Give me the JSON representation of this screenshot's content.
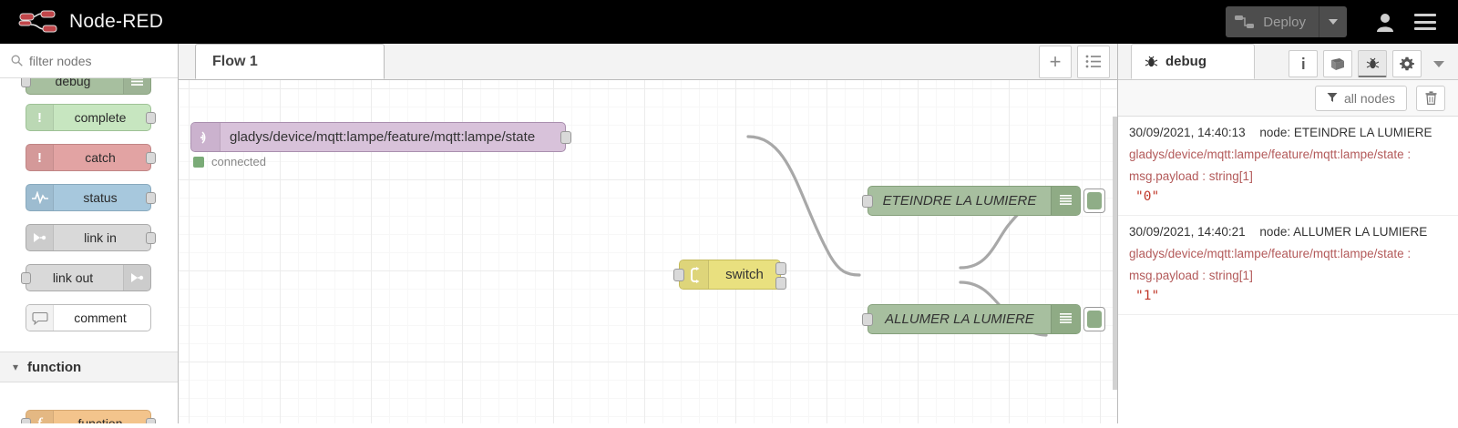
{
  "header": {
    "brand": "Node-RED",
    "logo_icon": "node-red-logo-icon",
    "deploy": {
      "label": "Deploy",
      "icon": "deploy-nodes-icon",
      "caret_icon": "chevron-down-icon"
    },
    "user_icon": "user-avatar-icon",
    "menu_icon": "hamburger-menu-icon"
  },
  "palette": {
    "search_placeholder": "filter nodes",
    "search_icon": "search-icon",
    "nodes": [
      {
        "label": "debug",
        "icon": "list-lines-icon",
        "bg": "#a7bf9f",
        "border": "#8aa37f",
        "text_color": "#2a2a2a",
        "partial": true,
        "ports": "in"
      },
      {
        "label": "complete",
        "icon": "exclamation-icon",
        "bg": "#c7e6c0",
        "border": "#9ec296",
        "text_color": "#2a2a2a",
        "partial": false,
        "ports": "out"
      },
      {
        "label": "catch",
        "icon": "exclamation-icon",
        "bg": "#e2a3a3",
        "border": "#c08585",
        "text_color": "#2a2a2a",
        "partial": false,
        "ports": "out"
      },
      {
        "label": "status",
        "icon": "pulse-wave-icon",
        "bg": "#a7c8dd",
        "border": "#88a9bd",
        "text_color": "#2a2a2a",
        "partial": false,
        "ports": "out"
      },
      {
        "label": "link in",
        "icon": "link-arrow-icon",
        "bg": "#d9d9d9",
        "border": "#aaaaaa",
        "text_color": "#2a2a2a",
        "partial": false,
        "ports": "out"
      },
      {
        "label": "link out",
        "icon": "link-arrow-icon",
        "bg": "#d9d9d9",
        "border": "#aaaaaa",
        "text_color": "#2a2a2a",
        "partial": false,
        "ports": "in-right-icon"
      },
      {
        "label": "comment",
        "icon": "speech-bubble-icon",
        "bg": "#ffffff",
        "border": "#bbbbbb",
        "text_color": "#2a2a2a",
        "partial": false,
        "ports": "none"
      }
    ],
    "category": {
      "label": "function",
      "chevron_icon": "chevron-down-icon"
    },
    "category_node": {
      "label": "function",
      "icon": "function-f-icon",
      "bg": "#f3c48c",
      "border": "#d6a871"
    }
  },
  "workspace": {
    "tab": {
      "label": "Flow 1"
    },
    "actions": {
      "add_icon": "plus-icon",
      "list_icon": "list-view-icon"
    },
    "flow_nodes": [
      {
        "id": "mqtt-in",
        "label": "gladys/device/mqtt:lampe/feature/mqtt:lampe/state",
        "type": "mqtt-in",
        "icon": "mqtt-signal-icon",
        "bg": "#d8c2da",
        "border": "#a98fae",
        "status": {
          "text": "connected",
          "color": "#7aab77"
        }
      },
      {
        "id": "switch",
        "label": "switch",
        "type": "switch",
        "icon": "switch-branch-icon",
        "bg": "#e9e07f",
        "border": "#c5bb5c"
      },
      {
        "id": "debug-off",
        "label": "ETEINDRE LA LUMIERE",
        "type": "debug",
        "icon": "debug-lines-icon",
        "bg": "#a7bf9f",
        "border": "#85a07b"
      },
      {
        "id": "debug-on",
        "label": "ALLUMER LA LUMIERE",
        "type": "debug",
        "icon": "debug-lines-icon",
        "bg": "#a7bf9f",
        "border": "#85a07b"
      }
    ]
  },
  "sidebar": {
    "tab": {
      "label": "debug",
      "icon": "bug-icon"
    },
    "tab_buttons": [
      {
        "name": "info",
        "icon": "info-i-icon",
        "active": false
      },
      {
        "name": "help",
        "icon": "book-icon",
        "active": false
      },
      {
        "name": "debug",
        "icon": "bug-icon",
        "active": true
      },
      {
        "name": "config",
        "icon": "gear-icon",
        "active": false
      }
    ],
    "more_icon": "chevron-down-icon",
    "toolbar": {
      "filter_label": "all nodes",
      "filter_icon": "funnel-icon",
      "clear_icon": "trash-icon"
    },
    "messages": [
      {
        "timestamp": "30/09/2021, 14:40:13",
        "node_label": "node: ETEINDRE LA LUMIERE",
        "topic": "gladys/device/mqtt:lampe/feature/mqtt:lampe/state :",
        "property": "msg.payload : string[1]",
        "value": "\"0\""
      },
      {
        "timestamp": "30/09/2021, 14:40:21",
        "node_label": "node: ALLUMER LA LUMIERE",
        "topic": "gladys/device/mqtt:lampe/feature/mqtt:lampe/state :",
        "property": "msg.payload : string[1]",
        "value": "\"1\""
      }
    ]
  },
  "colors": {
    "header_bg": "#000000",
    "accent_red": "#b35a5a",
    "debug_value": "#c0392b",
    "node_green": "#a7bf9f",
    "node_yellow": "#e9e07f",
    "node_purple": "#d8c2da"
  }
}
